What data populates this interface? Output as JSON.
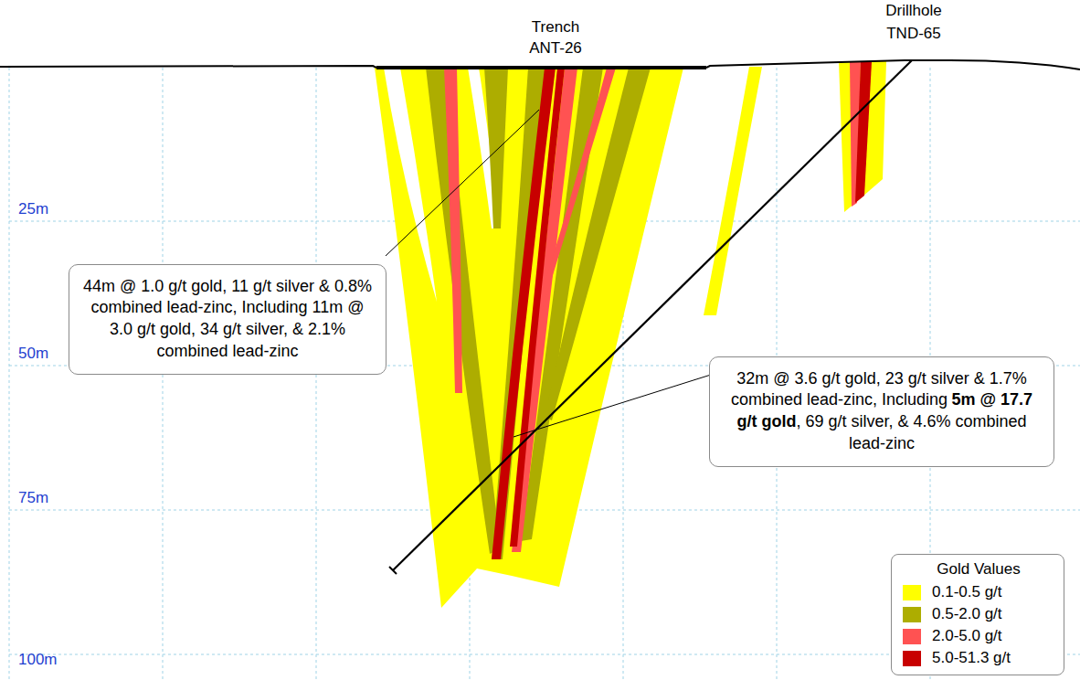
{
  "diagram": {
    "nodes": [
      {
        "text": [
          "44m @ 1.0 g/t gold, 11 g/t silver & 0.8% combined lead-zinc, Including 11m @ 3.0 g/t gold, 34 g/t silver, & 2.1% combined lead-zinc"
        ]
      },
      {
        "text": [
          "32m @ 3.6 g/t gold, 23 g/t silver & 1.7% combined lead-zinc, Including",
          "5m @ 17.7 g/t gold",
          ", 69 g/t silver, & 4.6% combined lead-zinc"
        ]
      }
    ],
    "labels": [
      "Trench",
      "ANT-26",
      "Drillhole",
      "TND-65",
      "25m",
      "50m",
      "75m",
      "100m",
      "Gold Values"
    ],
    "legend": [
      {
        "text": "0.1-0.5 g/t",
        "color": "#ffff00"
      },
      {
        "text": "0.5-2.0 g/t",
        "color": "#adad00"
      },
      {
        "text": "2.0-5.0 g/t",
        "color": "#ff5252"
      },
      {
        "text": "5.0-51.3 g/t",
        "color": "#c80000"
      }
    ]
  }
}
